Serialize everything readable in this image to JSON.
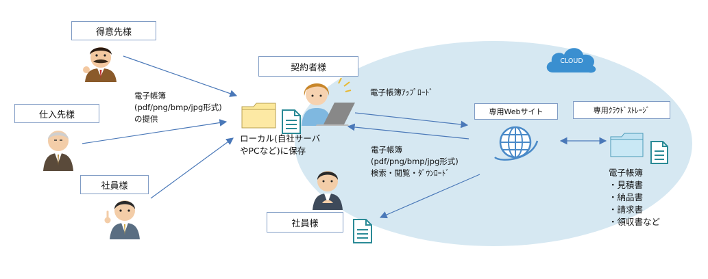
{
  "labels": {
    "tokuisaki": "得意先様",
    "shiiresaki": "仕入先様",
    "shain_left": "社員様",
    "keiyakusha": "契約者様",
    "shain_bottom": "社員様",
    "website": "専用Webサイト",
    "storage": "専用ｸﾗｳﾄﾞｽﾄﾚｰｼﾞ",
    "cloud": "CLOUD"
  },
  "provide": {
    "line1": "電子帳簿",
    "line2": "(pdf/png/bmp/jpg形式)",
    "line3": "の提供"
  },
  "local": {
    "line1": "ローカル(自社サーバ",
    "line2": "やPCなど)に保存"
  },
  "upload": "電子帳簿ｱｯﾌﾟﾛｰﾄﾞ",
  "search": {
    "line1": "電子帳簿",
    "line2": "(pdf/png/bmp/jpg形式)",
    "line3": "検索・閲覧・ﾀﾞｳﾝﾛｰﾄﾞ"
  },
  "documents": {
    "title": "電子帳簿",
    "items": [
      "・見積書",
      "・納品書",
      "・請求書",
      "・領収書など"
    ]
  },
  "colors": {
    "ellipse": "#d6e8f2",
    "arrow": "#4a78b8",
    "cloud_badge": "#3a8fd0",
    "folder_yellow": "#fce89a",
    "folder_blue": "#bfe2f2",
    "doc_teal": "#2a8a96"
  },
  "icons": [
    "folder-icon",
    "document-icon",
    "globe-icon",
    "cloud-icon"
  ]
}
